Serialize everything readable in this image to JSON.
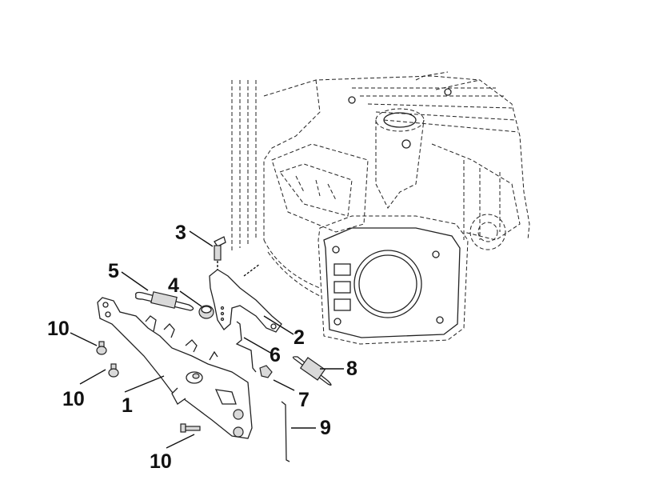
{
  "diagram": {
    "title": "Engine governor / control bracket parts diagram",
    "callouts": [
      {
        "id": "1",
        "label": "1",
        "part": "control-bracket"
      },
      {
        "id": "2",
        "label": "2",
        "part": "governor-lever"
      },
      {
        "id": "3",
        "label": "3",
        "part": "clamp-bolt"
      },
      {
        "id": "4",
        "label": "4",
        "part": "nut"
      },
      {
        "id": "5",
        "label": "5",
        "part": "spring"
      },
      {
        "id": "6",
        "label": "6",
        "part": "link-rod"
      },
      {
        "id": "7",
        "label": "7",
        "part": "clip"
      },
      {
        "id": "8",
        "label": "8",
        "part": "governor-spring"
      },
      {
        "id": "9",
        "label": "9",
        "part": "throttle-rod"
      },
      {
        "id": "10a",
        "label": "10",
        "part": "bolt"
      },
      {
        "id": "10b",
        "label": "10",
        "part": "bolt"
      },
      {
        "id": "10c",
        "label": "10",
        "part": "bolt"
      }
    ]
  }
}
